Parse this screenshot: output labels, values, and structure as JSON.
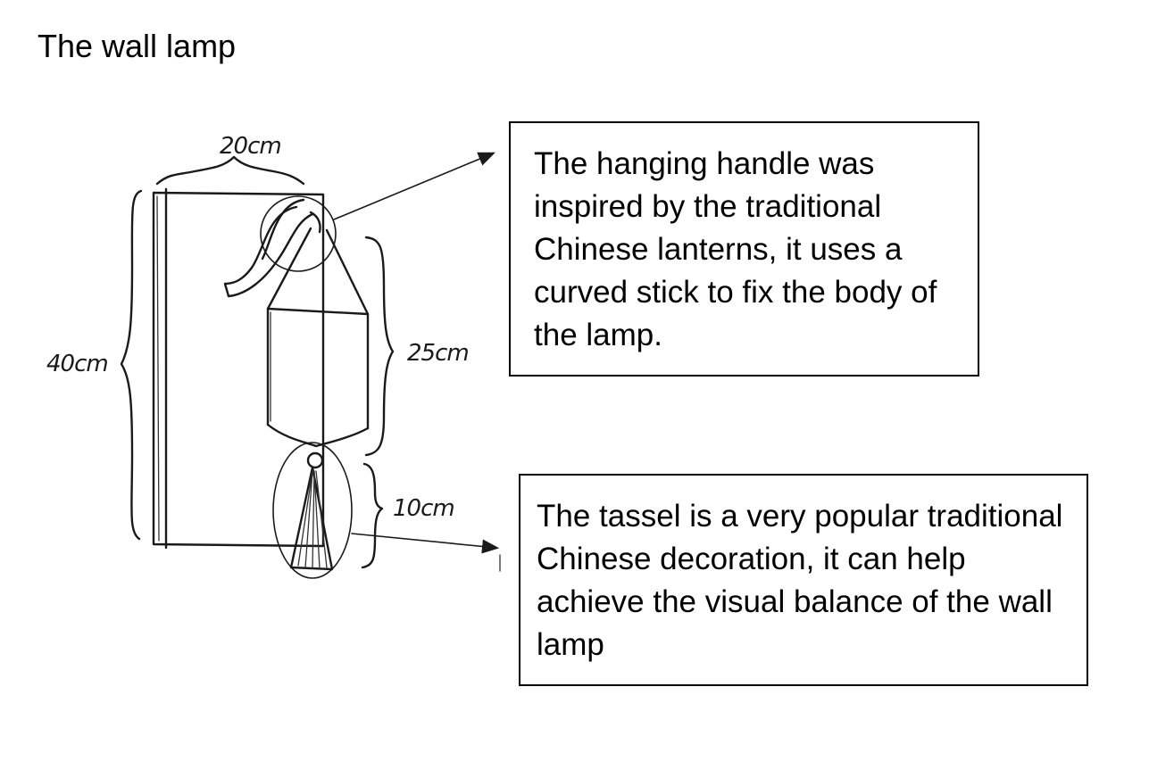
{
  "page": {
    "title": "The wall lamp"
  },
  "dimensions": {
    "width_label": "20cm",
    "height_label": "40cm",
    "body_label": "25cm",
    "tassel_label": "10cm"
  },
  "callouts": {
    "handle_text": "The hanging handle was inspired by the traditional Chinese lanterns, it uses a curved stick to fix the body of the lamp.",
    "tassel_text": "The tassel is a very popular traditional Chinese decoration, it can help achieve the visual balance of the wall lamp"
  },
  "colors": {
    "ink": "#1a1a1a",
    "background": "#ffffff"
  }
}
